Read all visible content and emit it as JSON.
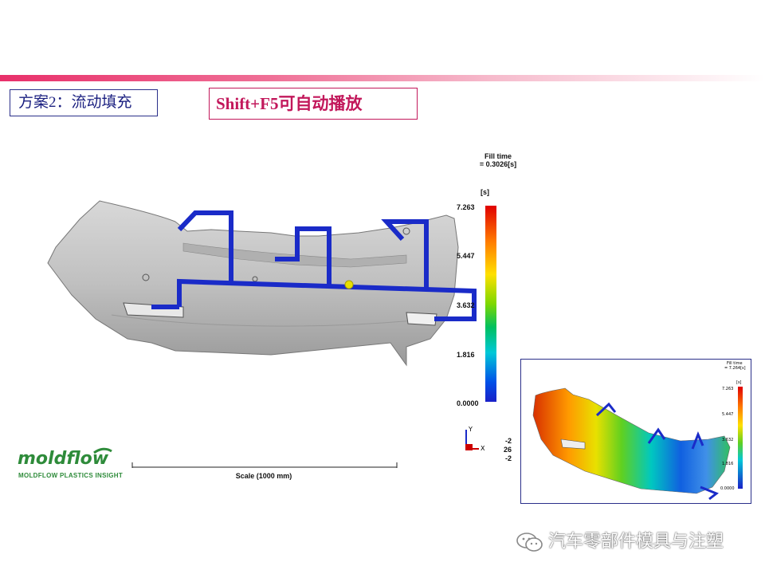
{
  "slide": {
    "title": "方案2：流动填充",
    "hint": "Shift+F5可自动播放"
  },
  "result": {
    "title_line1": "Fill time",
    "title_line2": "= 0.3026[s]",
    "unit": "[s]",
    "ticks": [
      "7.263",
      "5.447",
      "3.632",
      "1.816",
      "0.0000"
    ],
    "coords": [
      "-2",
      "26",
      "-2"
    ],
    "axis_y": "Y",
    "axis_x": "X",
    "scale_label": "Scale (1000 mm)"
  },
  "inset": {
    "title_line1": "Fill time",
    "title_line2": "= 7.264[s]",
    "unit": "[s]",
    "ticks": [
      "7.263",
      "5.447",
      "3.632",
      "1.816",
      "0.0000"
    ]
  },
  "logo": {
    "name": "moldflow",
    "subtitle": "MOLDFLOW PLASTICS INSIGHT"
  },
  "watermark": {
    "text": "汽车零部件模具与注塑"
  },
  "colors": {
    "runner": "#1a2bc8",
    "part": "#c8c8c8",
    "brand_green": "#2e8b3a",
    "accent_magenta": "#c2185b"
  }
}
